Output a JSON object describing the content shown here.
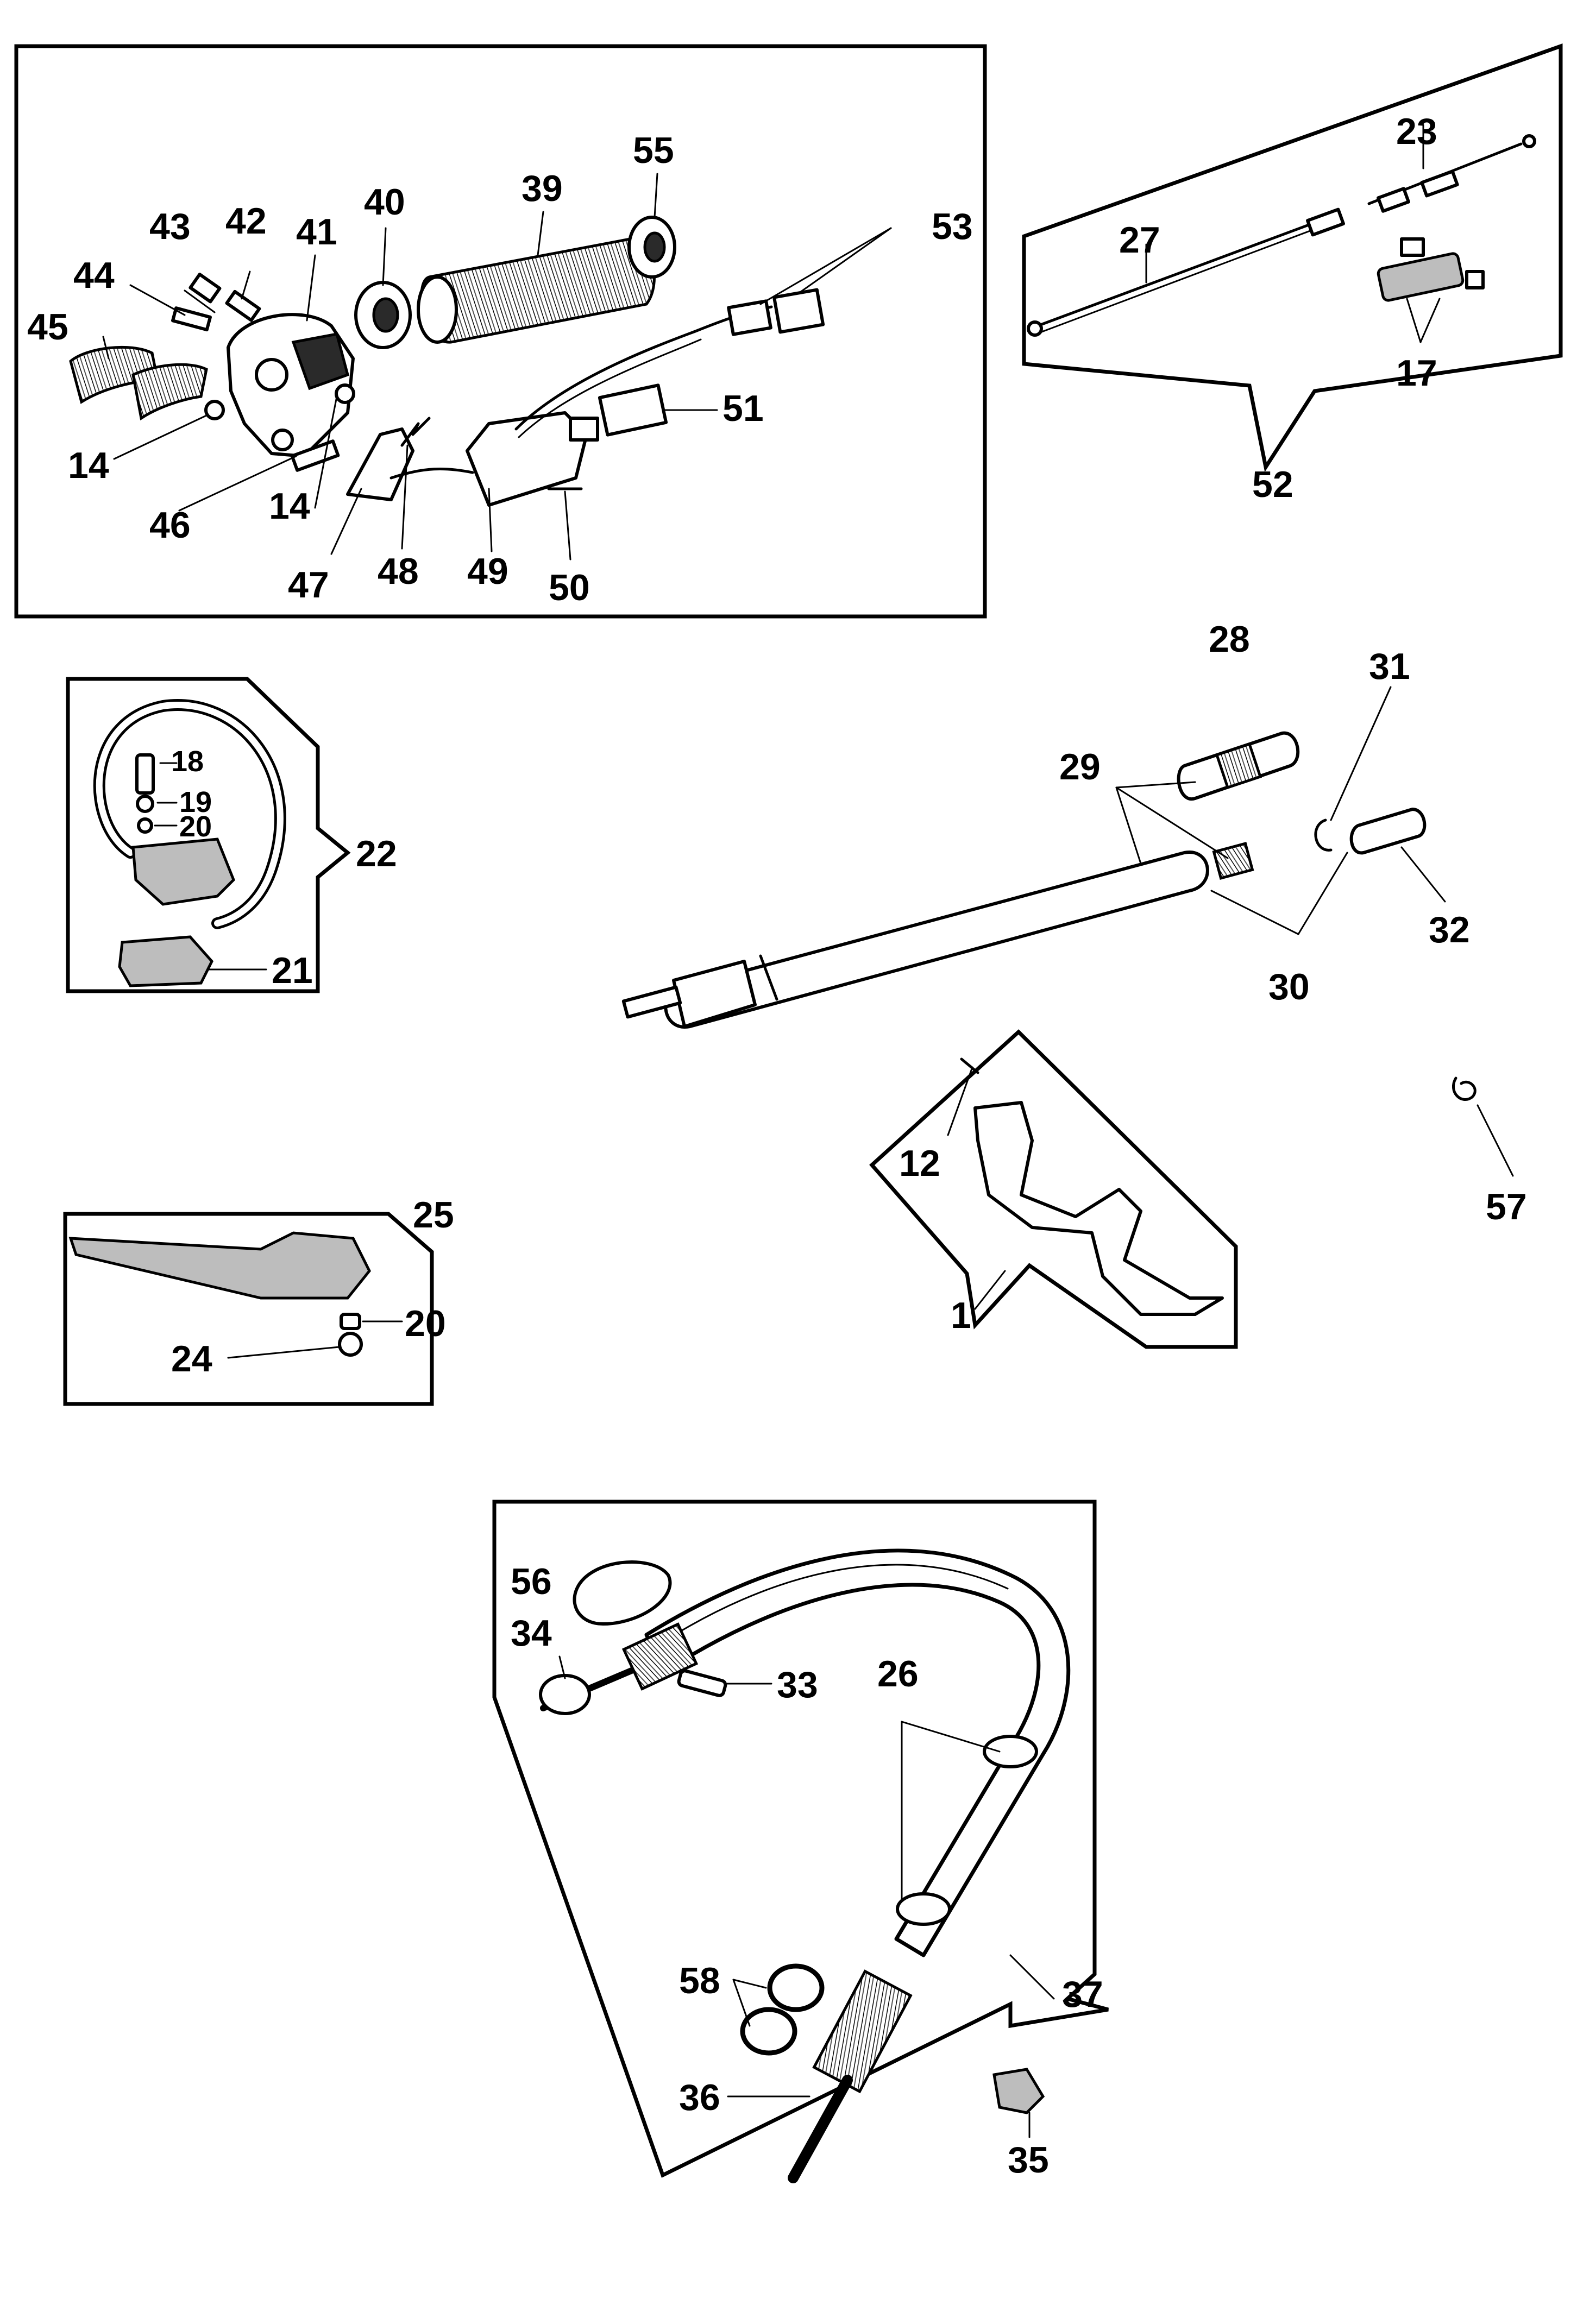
{
  "colors": {
    "ink": "#000000",
    "paper": "#ffffff"
  },
  "groups": {
    "switch_assembly": {
      "labels": [
        "43",
        "42",
        "41",
        "40",
        "39",
        "55",
        "53",
        "44",
        "45",
        "51",
        "14",
        "14",
        "46",
        "47",
        "48",
        "49",
        "50"
      ]
    },
    "cable_kit": {
      "labels": [
        "23",
        "27",
        "17",
        "52"
      ]
    },
    "handle_loop": {
      "labels": [
        "18",
        "19",
        "20",
        "22",
        "21"
      ]
    },
    "drive_tube": {
      "labels": [
        "28",
        "29",
        "31",
        "32",
        "30"
      ]
    },
    "bracket": {
      "labels": [
        "12",
        "1"
      ]
    },
    "spring_clip": {
      "labels": [
        "57"
      ]
    },
    "guard_lever": {
      "labels": [
        "25",
        "20",
        "24"
      ]
    },
    "bent_shaft": {
      "labels": [
        "56",
        "34",
        "33",
        "26",
        "37",
        "58",
        "36",
        "35"
      ]
    }
  }
}
